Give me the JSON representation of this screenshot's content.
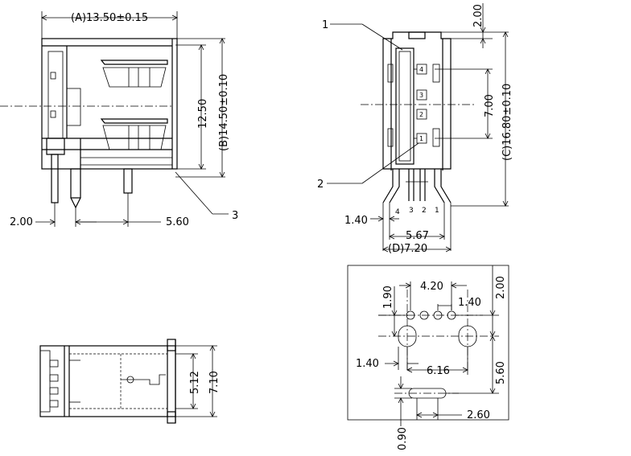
{
  "front_view": {
    "dim_width": "(A)13.50±0.15",
    "dim_height_inner": "12.50",
    "dim_height_total": "(B)14.50±0.10",
    "dim_left_offset": "2.00",
    "dim_pin_pitch": "5.60",
    "callout_3": "3"
  },
  "side_view": {
    "callout_1": "1",
    "callout_2": "2",
    "dim_top": "2.00",
    "dim_mid": "7.00",
    "dim_total": "(C)16.80±0.10",
    "dim_pin_offset": "1.40",
    "dim_pin_span": "5.67",
    "dim_width": "(D)7.20",
    "pin_numbers": [
      "4",
      "3",
      "2",
      "1"
    ],
    "box_labels": [
      "4",
      "3",
      "2",
      "1"
    ]
  },
  "top_view": {
    "dim_inner": "5.12",
    "dim_outer": "7.10"
  },
  "pcb_layout": {
    "dim_1_90": "1.90",
    "dim_4_20": "4.20",
    "dim_1_40_top": "1.40",
    "dim_2_00": "2.00",
    "dim_1_40_left": "1.40",
    "dim_6_16": "6.16",
    "dim_5_60": "5.60",
    "dim_2_60": "2.60",
    "dim_0_90": "0.90"
  }
}
